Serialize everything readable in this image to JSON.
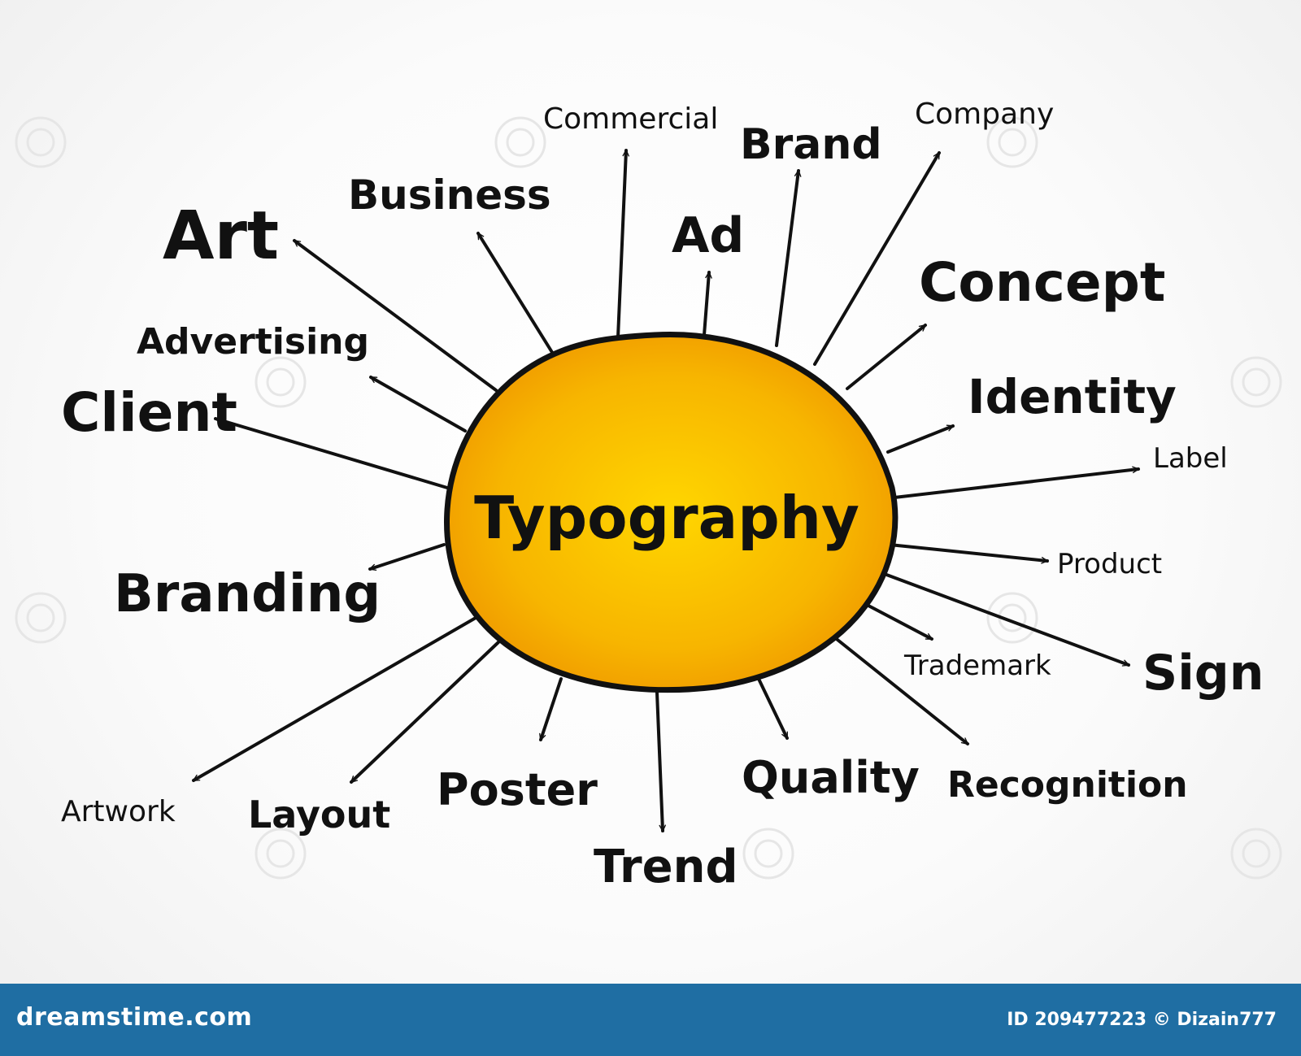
{
  "diagram": {
    "center_label": "Typography",
    "center_color": "#f5b400",
    "terms": [
      "Art",
      "Business",
      "Commercial",
      "Brand",
      "Ad",
      "Company",
      "Concept",
      "Advertising",
      "Client",
      "Identity",
      "Label",
      "Branding",
      "Product",
      "Trademark",
      "Sign",
      "Artwork",
      "Layout",
      "Poster",
      "Trend",
      "Quality",
      "Recognition"
    ]
  },
  "footer": {
    "site": "dreamstime.com",
    "id_text": "ID 209477223 © Dizain777",
    "bar_color": "#1f6ea3"
  }
}
